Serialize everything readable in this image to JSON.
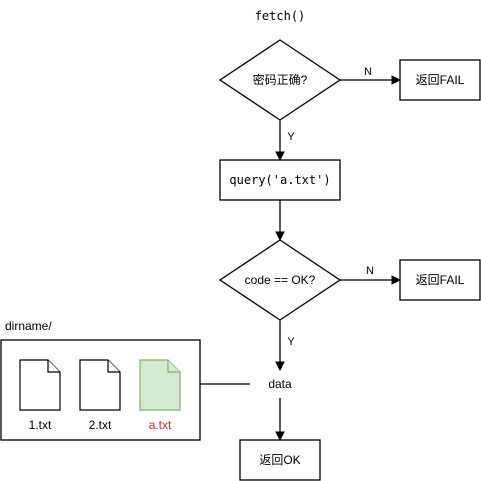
{
  "diagram": {
    "title": "fetch()",
    "nodes": {
      "check_password": {
        "label": "密码正确?"
      },
      "fail_1": {
        "label": "返回FAIL"
      },
      "query": {
        "label": "query('a.txt')"
      },
      "check_code": {
        "label": "code == OK?"
      },
      "fail_2": {
        "label": "返回FAIL"
      },
      "data": {
        "label": "data"
      },
      "ok": {
        "label": "返回OK"
      }
    },
    "edges": {
      "password_no": "N",
      "password_yes": "Y",
      "code_no": "N",
      "code_yes": "Y"
    },
    "directory": {
      "label": "dirname/",
      "files": [
        {
          "name": "1.txt",
          "color": "#000000",
          "fill": "#ffffff"
        },
        {
          "name": "2.txt",
          "color": "#000000",
          "fill": "#ffffff"
        },
        {
          "name": "a.txt",
          "color": "#e0201b",
          "fill": "#d5e8d4"
        }
      ]
    }
  }
}
